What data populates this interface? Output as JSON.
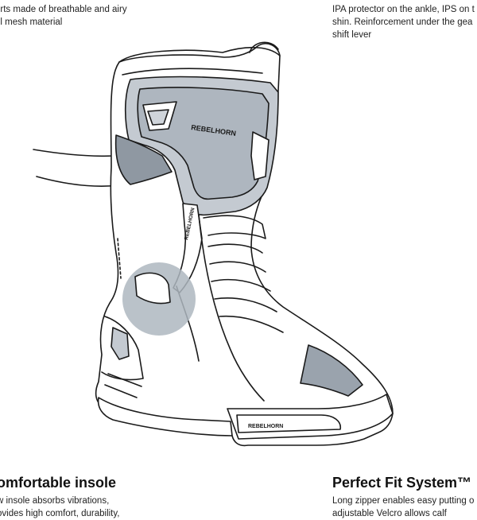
{
  "callouts": {
    "top_left": {
      "lines": [
        "erts made of breathable and airy",
        "el mesh material"
      ]
    },
    "top_right": {
      "lines": [
        "IPA protector on the ankle, IPS on t",
        "shin. Reinforcement under the gea",
        "shift lever"
      ]
    },
    "bottom_left": {
      "title": "omfortable insole",
      "lines": [
        "w insole absorbs vibrations,",
        "ovides high comfort, durability,"
      ]
    },
    "bottom_right": {
      "title": "Perfect Fit System™",
      "lines": [
        "Long zipper enables easy putting o",
        "adjustable Velcro allows calf"
      ]
    }
  },
  "boot": {
    "brand_labels": [
      "REBELHORN",
      "REBELHORN",
      "REBELHORN"
    ]
  },
  "colors": {
    "highlight": "#9aa3ad",
    "outline": "#1a1a1a",
    "insole_circle": "#aeb7c0"
  }
}
